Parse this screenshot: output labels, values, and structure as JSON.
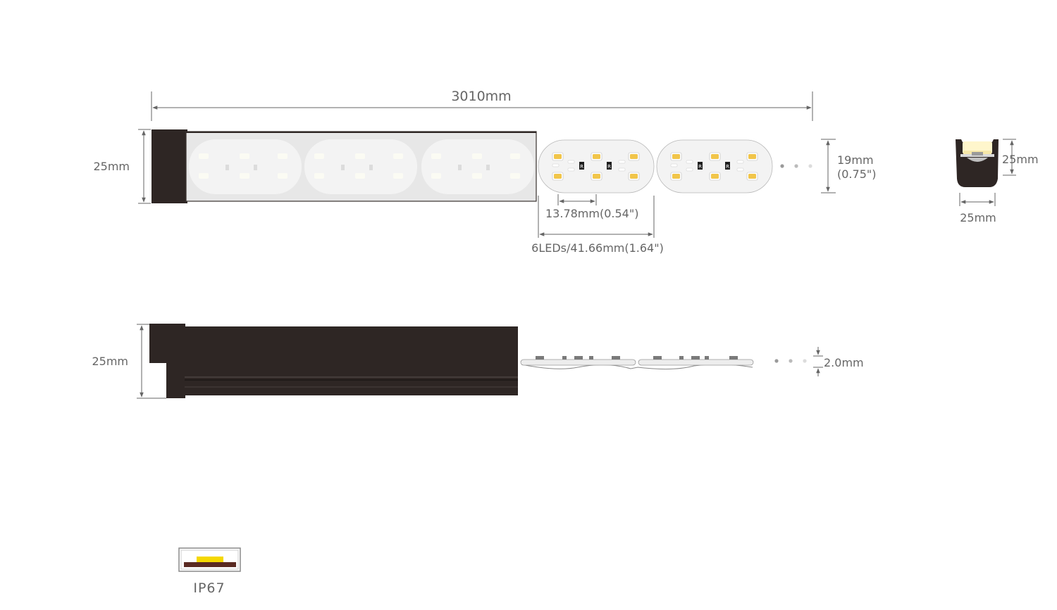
{
  "dimensions": {
    "total_length": "3010mm",
    "top_view_height": "25mm",
    "strip_width": "19mm",
    "strip_width_in": "(0.75\")",
    "led_pitch": "13.78mm(0.54\")",
    "cut_unit": "6LEDs/41.66mm(1.64\")",
    "profile_height": "25mm",
    "profile_width": "25mm",
    "side_view_height": "25mm",
    "strip_thickness": "2.0mm"
  },
  "resistor_marking": "R",
  "ip_rating": {
    "label": "IP67"
  },
  "colors": {
    "housing": "#2e2624",
    "diffuser": "#ececec",
    "pcb": "#f2f2f2",
    "led_yellow": "#f1c54a",
    "dimension_line": "#666666",
    "ip_yellow": "#f5d800",
    "ip_brown": "#5a2a22"
  }
}
